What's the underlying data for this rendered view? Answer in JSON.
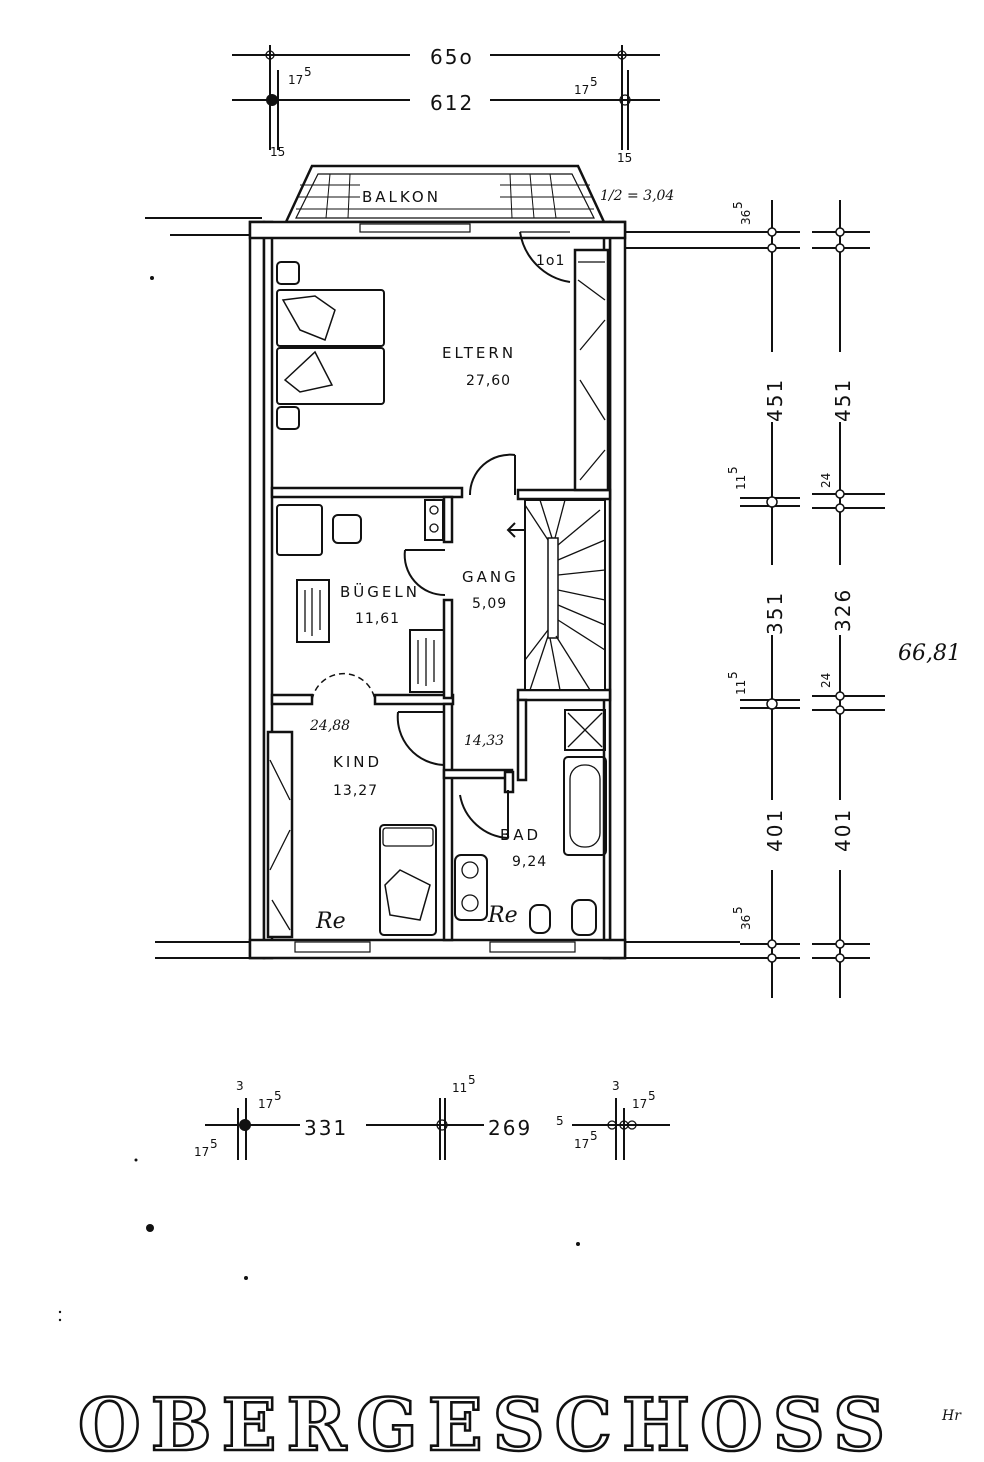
{
  "plan": {
    "title": "OBERGESCHOSS",
    "rooms": [
      {
        "id": "eltern",
        "name": "ELTERN",
        "area": "27,60"
      },
      {
        "id": "buegeln",
        "name": "BÜGELN",
        "area": "11,61"
      },
      {
        "id": "gang",
        "name": "GANG",
        "area": "5,09"
      },
      {
        "id": "kind",
        "name": "KIND",
        "area": "13,27"
      },
      {
        "id": "bad",
        "name": "BAD",
        "area": "9,24"
      },
      {
        "id": "balkon",
        "name": "BALKON",
        "area": ""
      }
    ],
    "annotations": {
      "balkon_half": "1/2 = 3,04",
      "total_area": "66,81",
      "area_kind_sum": "24,88",
      "area_bad_sum": "14,33",
      "door_101": "1o1",
      "signature": "Hr"
    },
    "dimensions": {
      "top_outer": "65o",
      "top_inner": "612",
      "top_small_left": "17",
      "top_small_left_sup": "5",
      "top_small_right": "17",
      "top_small_right_sup": "5",
      "top_tick_left": "15",
      "top_tick_right": "15",
      "right_inner": [
        "451",
        "351",
        "401"
      ],
      "right_outer": [
        "451",
        "326",
        "401"
      ],
      "right_wall_top": "36",
      "right_wall_top_sup": "5",
      "right_wall_mid1": "11",
      "right_wall_mid1_sup": "5",
      "right_wall_mid2": "11",
      "right_wall_mid2_sup": "5",
      "right_wall_bottom": "36",
      "right_wall_bottom_sup": "5",
      "right_outer_wall": [
        "24",
        "24"
      ],
      "bottom": [
        "331",
        "269"
      ],
      "bottom_269_sup": "5",
      "bottom_mid": "11",
      "bottom_mid_sup": "5",
      "bottom_left_a": "3",
      "bottom_left_b": "17",
      "bottom_left_b_sup": "5",
      "bottom_left_c": "17",
      "bottom_left_c_sup": "5",
      "bottom_right_a": "3",
      "bottom_right_b": "17",
      "bottom_right_b_sup": "5",
      "bottom_right_c": "17",
      "bottom_right_c_sup": "5"
    }
  }
}
